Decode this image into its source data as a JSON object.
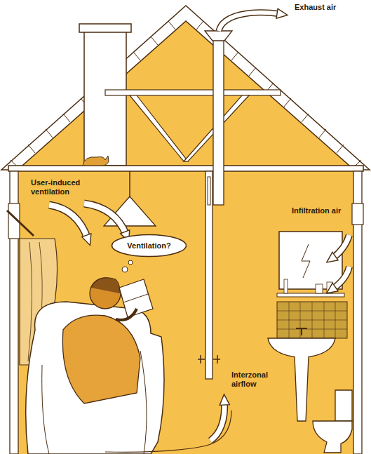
{
  "diagram": {
    "nodes": [
      {
        "text": [
          "Ventilation?"
        ]
      }
    ],
    "labels": [
      "Exhaust air",
      "User-induced ventilation",
      "Infiltration air",
      "Interzonal airflow"
    ]
  }
}
